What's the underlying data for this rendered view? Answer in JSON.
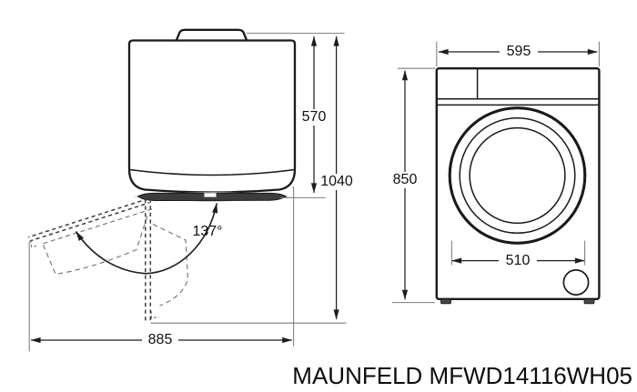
{
  "drawing": {
    "model_label": "MAUNFELD MFWD14116WH05",
    "colors": {
      "ink": "#1a1a1a",
      "extension_line": "#7c7c7c",
      "background": "#ffffff"
    },
    "side_view": {
      "description": "top view of washing machine with door swing",
      "depth": "570",
      "depth_with_open_door": "1040",
      "door_opening_angle": "137°",
      "clearance_with_open_door": "885"
    },
    "front_view": {
      "description": "front view of washing machine",
      "width": "595",
      "height": "850",
      "door_diameter": "510"
    }
  }
}
